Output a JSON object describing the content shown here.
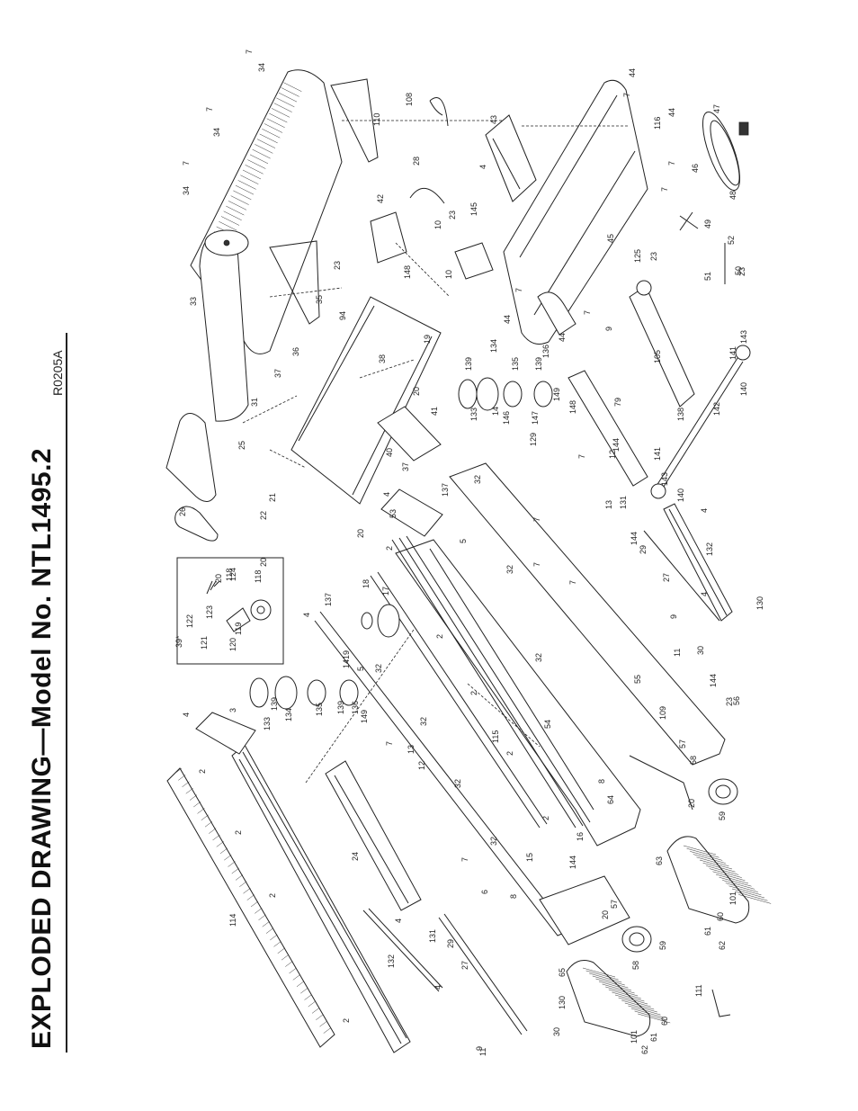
{
  "title": "EXPLODED DRAWING—Model No. NTL1495.2",
  "drawing_code": "R0205A",
  "part_labels": [
    "2",
    "3",
    "4",
    "5",
    "6",
    "7",
    "8",
    "9",
    "10",
    "11",
    "12",
    "13",
    "14",
    "15",
    "16",
    "17",
    "18",
    "19",
    "20",
    "21",
    "22",
    "23",
    "24",
    "25",
    "26",
    "27",
    "28",
    "29",
    "30",
    "31",
    "32",
    "33",
    "34",
    "35",
    "36",
    "37",
    "38",
    "39*",
    "40",
    "41",
    "42",
    "43",
    "44",
    "45",
    "46",
    "47",
    "48",
    "49",
    "50",
    "51",
    "52",
    "53",
    "54",
    "55",
    "56",
    "57",
    "58",
    "59",
    "60",
    "61",
    "62",
    "63",
    "64",
    "65",
    "79",
    "94",
    "101",
    "105",
    "108",
    "109",
    "110",
    "111",
    "114",
    "115",
    "116",
    "118",
    "119",
    "120",
    "121",
    "122",
    "123",
    "124",
    "125",
    "129",
    "130",
    "131",
    "132",
    "133",
    "134",
    "135",
    "136",
    "137",
    "138",
    "139",
    "140",
    "141",
    "142",
    "143",
    "144",
    "145",
    "146",
    "147",
    "148",
    "149"
  ]
}
